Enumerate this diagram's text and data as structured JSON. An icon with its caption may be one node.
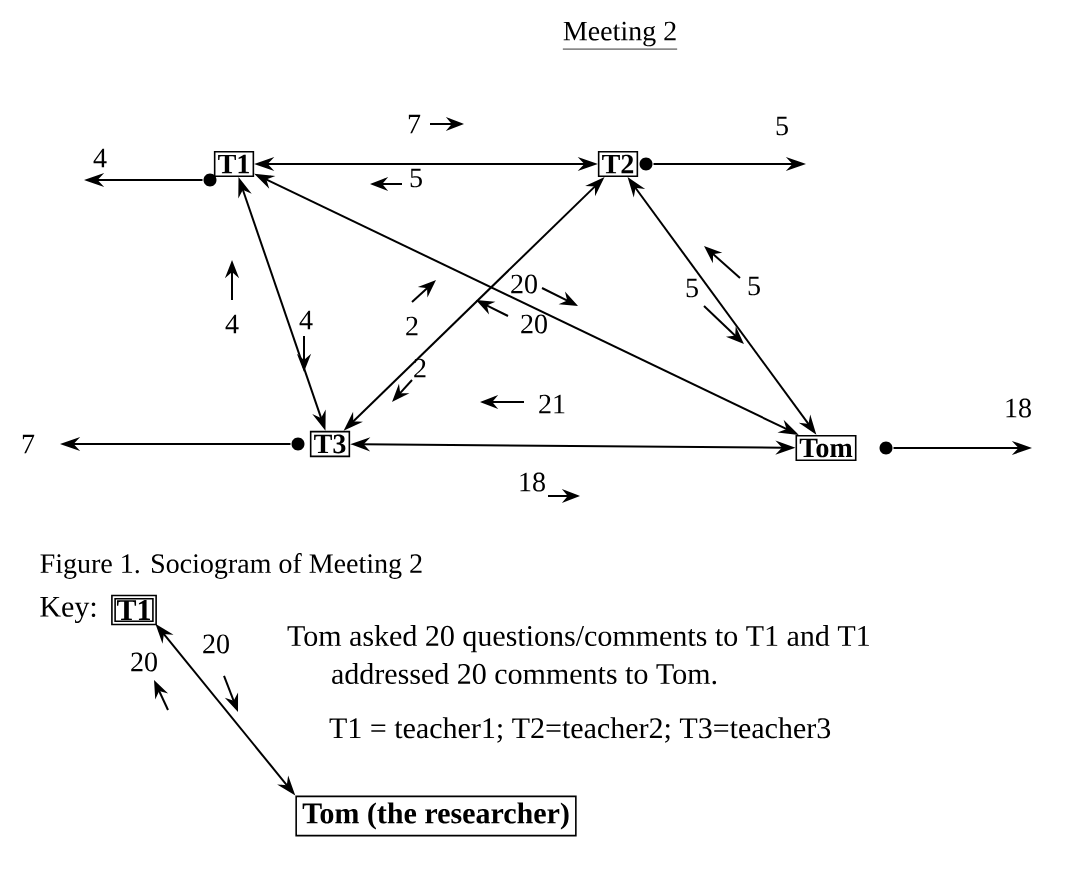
{
  "diagram": {
    "title": "Meeting 2",
    "caption": "Figure 1. Sociogram of Meeting 2",
    "nodes": [
      {
        "text": [
          "T1"
        ]
      },
      {
        "text": [
          "T2"
        ]
      },
      {
        "text": [
          "T3"
        ]
      },
      {
        "text": [
          "Tom"
        ]
      },
      {
        "text": [
          "T1"
        ],
        "beside": [
          "Key:"
        ]
      },
      {
        "text": [
          "Tom (the researcher)"
        ]
      },
      {
        "text": [],
        "shape": "circle"
      },
      {
        "text": [],
        "shape": "circle"
      },
      {
        "text": [],
        "shape": "circle"
      },
      {
        "text": [],
        "shape": "circle"
      }
    ],
    "edges": [
      {
        "from": 0,
        "to": 1,
        "arrow": "both"
      },
      {
        "from": 0,
        "to": 2,
        "arrow": "both"
      },
      {
        "from": 1,
        "to": 2,
        "arrow": "both"
      },
      {
        "from": 0,
        "to": 3,
        "arrow": "both"
      },
      {
        "from": 2,
        "to": 3,
        "arrow": "both"
      },
      {
        "from": 1,
        "to": 3,
        "arrow": "both"
      },
      {
        "from": 4,
        "to": 5,
        "arrow": "both"
      },
      {
        "from": 6,
        "to": null,
        "arrow": "to",
        "label": "4"
      },
      {
        "from": 7,
        "to": null,
        "arrow": "to",
        "label": "5"
      },
      {
        "from": 8,
        "to": null,
        "arrow": "to",
        "label": "7"
      },
      {
        "from": 9,
        "to": null,
        "arrow": "to",
        "label": "18"
      }
    ],
    "labels": [
      "7",
      "5",
      "4",
      "4",
      "20",
      "20",
      "2",
      "2",
      "5",
      "5",
      "21",
      "18",
      "20",
      "20",
      "Tom asked 20 questions/comments to T1 and T1 addressed 20 comments to Tom.",
      "T1 = teacher1; T2=teacher2;  T3=teacher3"
    ]
  }
}
